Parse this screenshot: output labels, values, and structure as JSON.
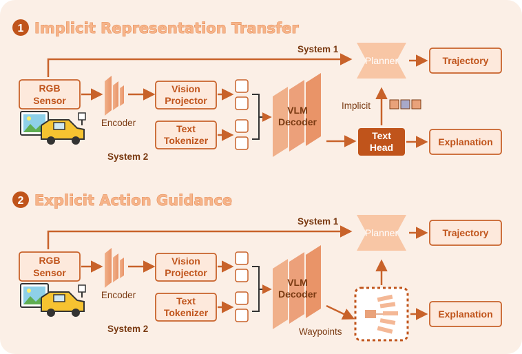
{
  "sections": [
    {
      "number": "1",
      "title": "Implicit Representation Transfer",
      "system1": "System 1",
      "system2": "System 2",
      "sensor": [
        "RGB",
        "Sensor"
      ],
      "encoder": "Encoder",
      "vision_projector": [
        "Vision",
        "Projector"
      ],
      "text_tokenizer": [
        "Text",
        "Tokenizer"
      ],
      "vlm_decoder": [
        "VLM",
        "Decoder"
      ],
      "planner": "Planner",
      "trajectory": "Trajectory",
      "explanation": "Explanation",
      "text_head": [
        "Text",
        "Head"
      ],
      "implicit": "Implicit"
    },
    {
      "number": "2",
      "title": "Explicit Action Guidance",
      "system1": "System 1",
      "system2": "System 2",
      "sensor": [
        "RGB",
        "Sensor"
      ],
      "encoder": "Encoder",
      "vision_projector": [
        "Vision",
        "Projector"
      ],
      "text_tokenizer": [
        "Text",
        "Tokenizer"
      ],
      "vlm_decoder": [
        "VLM",
        "Decoder"
      ],
      "planner": "Planner",
      "trajectory": "Trajectory",
      "explanation": "Explanation",
      "waypoints": "Waypoints"
    }
  ],
  "colors": {
    "accent": "#c0541b",
    "arrow": "#c8622a",
    "panel": "#fbefe6",
    "box_fill": "#fde9dc",
    "planner_fill": "#f8c6a5",
    "text_head_fill": "#c0541b"
  }
}
